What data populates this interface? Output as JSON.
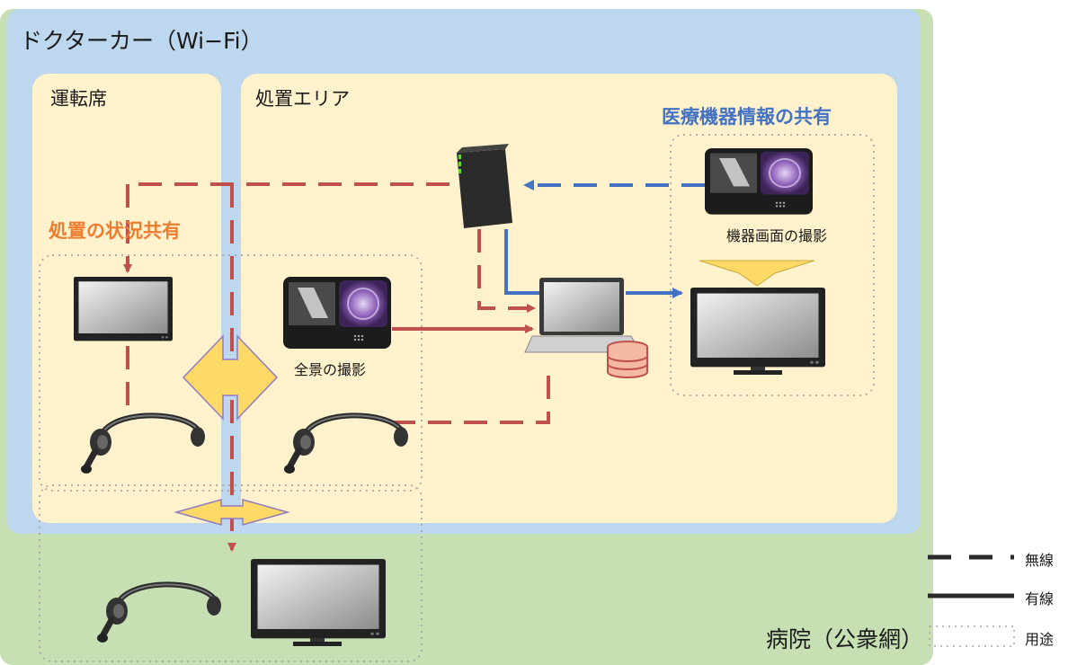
{
  "regions": {
    "car": "ドクターカー（Wi−Fi）",
    "hospital": "病院（公衆網）",
    "driver_seat": "運転席",
    "treatment_area": "処置エリア"
  },
  "use_cases": {
    "situation_share": "処置の状況共有",
    "device_info_share": "医療機器情報の共有"
  },
  "captions": {
    "panorama": "全景の撮影",
    "device_screen": "機器画面の撮影"
  },
  "legend": {
    "wireless": "無線",
    "wired": "有線",
    "purpose": "用途"
  },
  "colors": {
    "hospital_bg": "#c6e0b4",
    "car_bg": "#bdd7ee",
    "area_bg": "#fff2cc",
    "wireless_line": "#c0504d",
    "wired_line": "#4472c4",
    "arrow_fill": "#ffd966",
    "arrow_stroke": "#8e7cc3",
    "situation_text": "#ed7d31",
    "device_text": "#4472c4"
  },
  "icons": [
    "router-icon",
    "laptop-icon",
    "database-icon",
    "camera-icon",
    "monitor-icon",
    "headset-icon"
  ]
}
